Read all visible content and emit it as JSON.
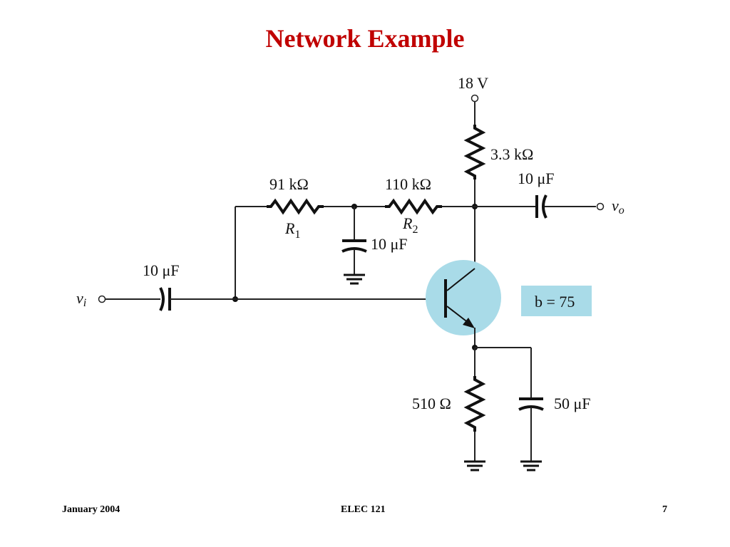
{
  "slide": {
    "title": "Network Example"
  },
  "circuit": {
    "supply_label": "18 V",
    "rc_label": "3.3 kΩ",
    "c_out_label": "10 μF",
    "output_label_main": "v",
    "output_label_sub": "o",
    "r1_value": "91 kΩ",
    "r1_name_main": "R",
    "r1_name_sub": "1",
    "r2_value": "110 kΩ",
    "r2_name_main": "R",
    "r2_name_sub": "2",
    "c_mid_label": "10 μF",
    "c_in_label": "10 μF",
    "input_label_main": "v",
    "input_label_sub": "i",
    "beta_label": "b = 75",
    "re_label": "510 Ω",
    "ce_label": "50 μF",
    "transistor_highlight_color": "#a9dbe8",
    "beta_box_color": "#a9dbe8"
  },
  "footer": {
    "date": "January 2004",
    "course": "ELEC 121",
    "page": "7"
  }
}
